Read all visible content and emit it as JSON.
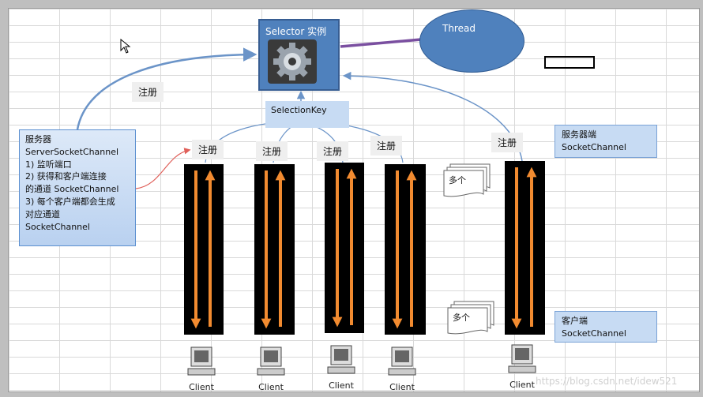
{
  "selector": {
    "title": "Selector 实例",
    "icon": "gear-icon"
  },
  "thread": {
    "label": "Thread"
  },
  "selection_key": {
    "label": "SelectionKey"
  },
  "register": {
    "label": "注册"
  },
  "server_box": {
    "lines": [
      "服务器",
      "ServerSocketChannel",
      "1) 监听端口",
      "2)  获得和客户端连接",
      "的通道 SocketChannel",
      "3) 每个客户端都会生成",
      "对应通道",
      "SocketChannel"
    ]
  },
  "server_side": {
    "line1": "服务器端",
    "line2": "SocketChannel"
  },
  "client_side": {
    "line1": "客户端",
    "line2": "SocketChannel"
  },
  "multiple": {
    "label": "多个"
  },
  "client": {
    "label": "Client"
  },
  "watermark": {
    "text": "https://blog.csdn.net/idew521"
  },
  "colors": {
    "accent": "#4f81bd",
    "arrow": "#f28b30",
    "thread_link": "#7a4fa0",
    "flow": "#6b94c8",
    "red_link": "#e0605a"
  }
}
